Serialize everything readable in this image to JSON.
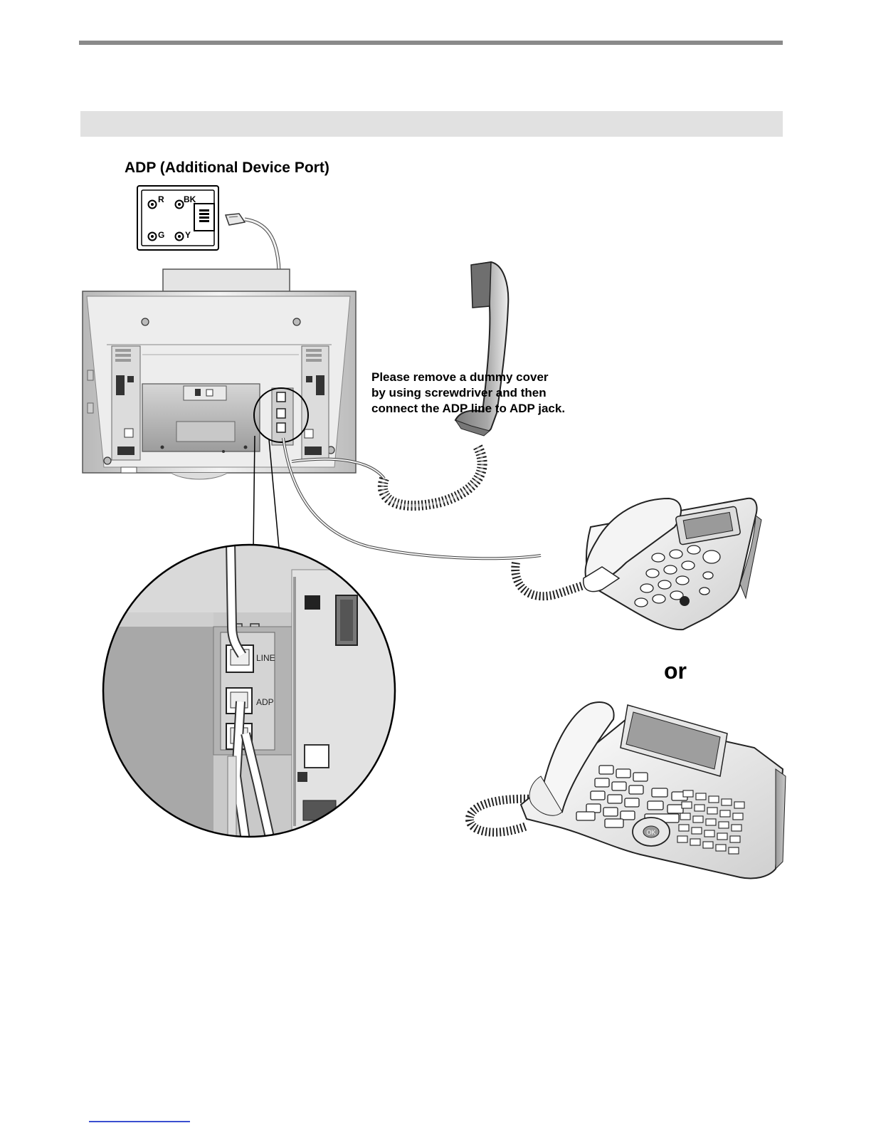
{
  "header": {
    "section_bar_text": ""
  },
  "figure": {
    "title": "ADP (Additional Device Port)",
    "pins": {
      "r": "R",
      "bk": "BK",
      "g": "G",
      "y": "Y"
    },
    "instruction_lines": [
      "Please remove a dummy cover",
      "by using screwdriver and then",
      "connect the ADP line to ADP jack."
    ],
    "jack_labels": {
      "line": "LINE",
      "adp": "ADP"
    },
    "or_label": "or",
    "key_ok": "OK"
  },
  "colors": {
    "rule": "#8a8a8a",
    "section_bar": "#e1e1e1",
    "footer_link": "#3b4fd0"
  }
}
